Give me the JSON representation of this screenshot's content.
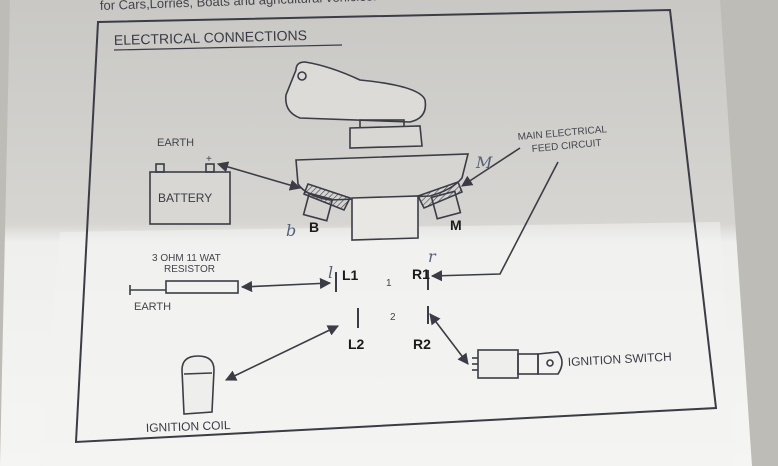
{
  "header_text": "for Cars,Lorries, Boats and agricultural vehicles:",
  "title": "ELECTRICAL CONNECTIONS",
  "labels": {
    "earth_top": "EARTH",
    "battery": "BATTERY",
    "main_feed_line1": "MAIN ELECTRICAL",
    "main_feed_line2": "FEED CIRCUIT",
    "resistor_line1": "3 OHM 11 WAT",
    "resistor_line2": "RESISTOR",
    "earth_bottom": "EARTH",
    "ignition_switch": "IGNITION SWITCH",
    "ignition_coil": "IGNITION COIL",
    "pos_1": "1",
    "pos_2": "2"
  },
  "terminals": {
    "b": "B",
    "m": "M",
    "l1": "L1",
    "r1": "R1",
    "l2": "L2",
    "r2": "R2"
  },
  "handwritten": {
    "b": "b",
    "m": "M",
    "l": "l",
    "r": "r"
  },
  "colors": {
    "background": "#b9b7b2",
    "paper_top": "#d4d3d0",
    "paper_bottom": "#f3f3f1",
    "ink": "#3c3c46",
    "handwriting": "#55607a"
  }
}
